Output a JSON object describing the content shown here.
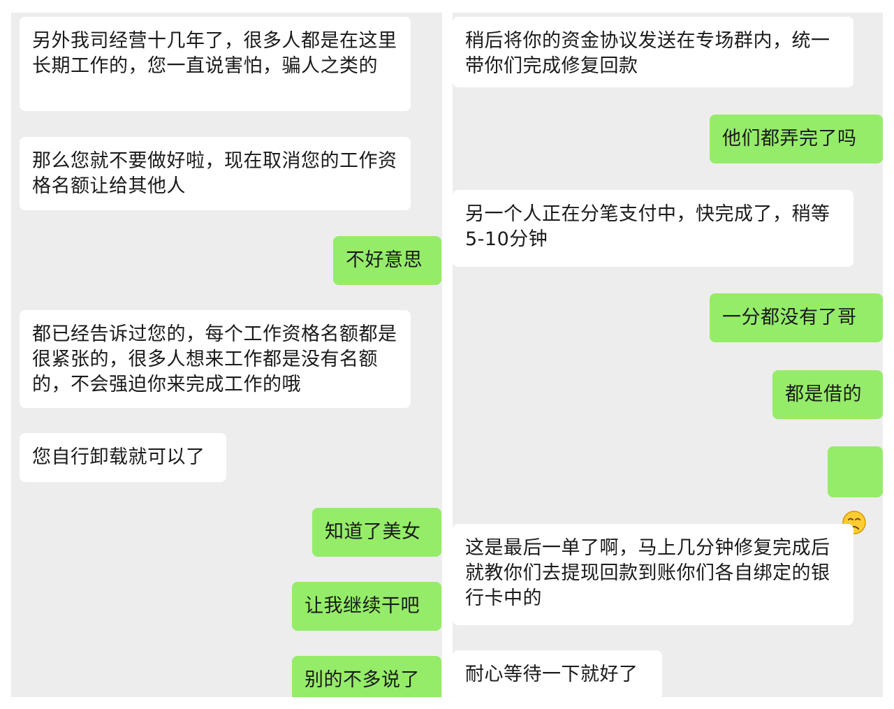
{
  "left_chat": {
    "messages": [
      {
        "side": "recv",
        "text": "另外我司经营十几年了，很多人都是在这里长期工作的，您一直说害怕，骗人之类的"
      },
      {
        "side": "recv",
        "text": "那么您就不要做好啦，现在取消您的工作资格名额让给其他人"
      },
      {
        "side": "sent",
        "text": "不好意思"
      },
      {
        "side": "recv",
        "text": "都已经告诉过您的，每个工作资格名额都是很紧张的，很多人想来工作都是没有名额的，不会强迫你来完成工作的哦"
      },
      {
        "side": "recv",
        "text": "您自行卸载就可以了"
      },
      {
        "side": "sent",
        "text": "知道了美女"
      },
      {
        "side": "sent",
        "text": "让我继续干吧"
      },
      {
        "side": "sent",
        "text": "别的不多说了"
      }
    ]
  },
  "right_chat": {
    "messages": [
      {
        "side": "recv",
        "text": "稍后将你的资金协议发送在专场群内，统一带你们完成修复回款"
      },
      {
        "side": "sent",
        "text": "他们都弄完了吗"
      },
      {
        "side": "recv",
        "text": "另一个人正在分笔支付中，快完成了，稍等5-10分钟"
      },
      {
        "side": "sent",
        "text": "一分都没有了哥"
      },
      {
        "side": "sent",
        "text": "都是借的"
      },
      {
        "side": "sent",
        "emoji": "crying-face"
      },
      {
        "side": "recv",
        "text": "这是最后一单了啊，马上几分钟修复完成后就教你们去提现回款到账你们各自绑定的银行卡中的"
      },
      {
        "side": "recv",
        "text": "耐心等待一下就好了"
      }
    ]
  },
  "colors": {
    "chat_background": "#ededed",
    "received_bubble": "#ffffff",
    "sent_bubble": "#95ec69",
    "text": "#1a1a1a"
  }
}
